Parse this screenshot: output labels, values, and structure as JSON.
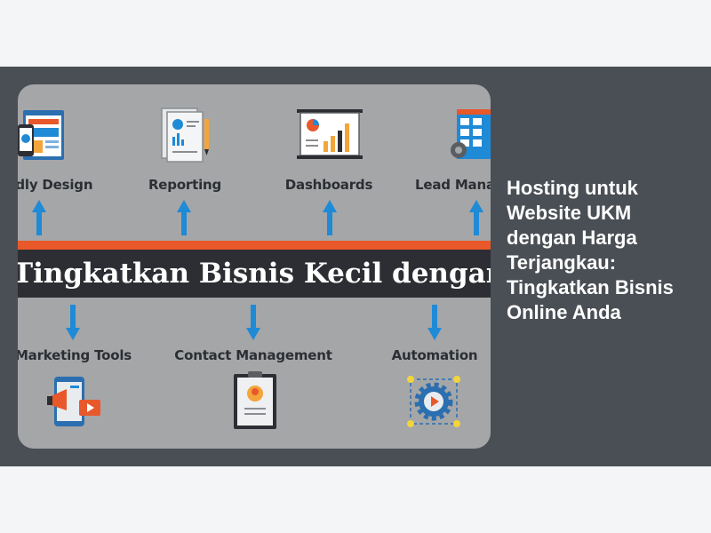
{
  "article": {
    "title": "Hosting untuk Website UKM dengan Harga Terjangkau: Tingkatkan Bisnis Online Anda"
  },
  "infographic": {
    "banner_text": "Tingkatkan Bisnis Kecil dengan CRM",
    "top_features": [
      {
        "label": "Friendly Design",
        "icon": "web-layout-icon"
      },
      {
        "label": "Reporting",
        "icon": "report-document-icon"
      },
      {
        "label": "Dashboards",
        "icon": "dashboard-chart-icon"
      },
      {
        "label": "Lead Management",
        "icon": "lead-grid-icon"
      }
    ],
    "bottom_features": [
      {
        "label": "Marketing Tools",
        "icon": "megaphone-icon"
      },
      {
        "label": "Contact Management",
        "icon": "contact-card-icon"
      },
      {
        "label": "Automation",
        "icon": "automation-gear-icon"
      }
    ],
    "colors": {
      "arrow": "#1f8ad6",
      "banner": "#2c2e33",
      "accent_line": "#e8582a",
      "card_bg": "#a5a6a8",
      "band_bg": "#4a4f55"
    }
  }
}
